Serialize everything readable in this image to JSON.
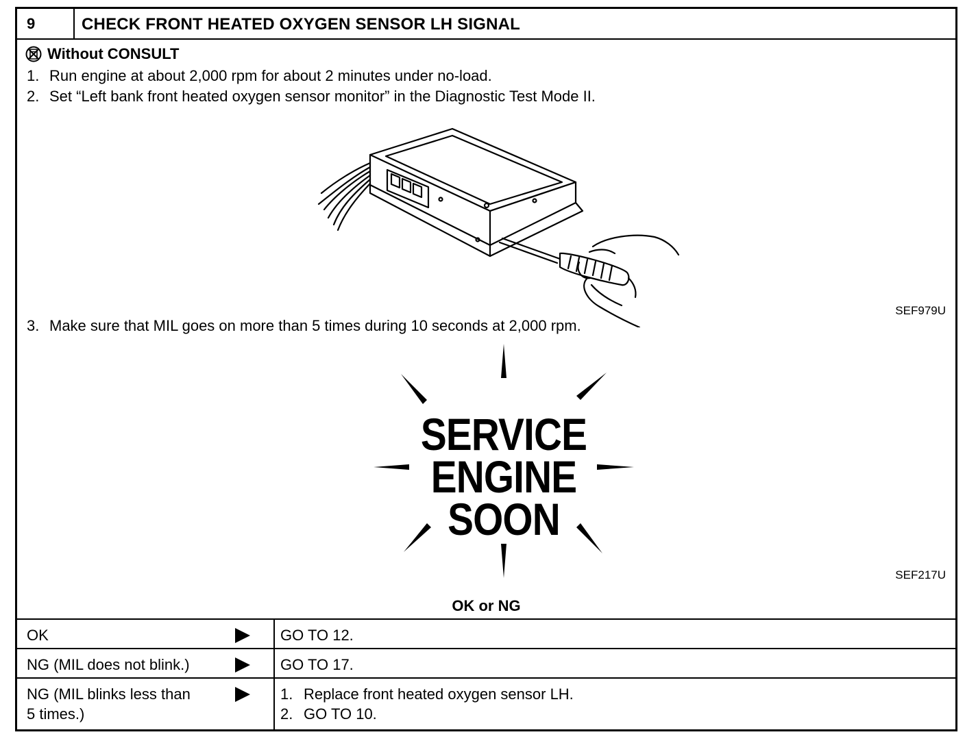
{
  "step": {
    "number": "9",
    "title": "CHECK FRONT HEATED OXYGEN SENSOR LH SIGNAL"
  },
  "method": {
    "icon": "no-consult-icon",
    "label": "Without CONSULT"
  },
  "instructions": [
    {
      "num": "1.",
      "text": "Run engine at about 2,000 rpm for about 2 minutes under no-load."
    },
    {
      "num": "2.",
      "text": "Set “Left bank front heated oxygen sensor monitor” in the Diagnostic Test Mode II."
    },
    {
      "num": "3.",
      "text": "Make sure that MIL goes on more than 5 times during 10 seconds at 2,000 rpm."
    }
  ],
  "figures": {
    "ecm": {
      "code": "SEF979U"
    },
    "mil": {
      "code": "SEF217U",
      "lines": [
        "SERVICE",
        "ENGINE",
        "SOON"
      ]
    }
  },
  "question": "OK or NG",
  "results": [
    {
      "condition": "OK",
      "action": [
        "GO TO 12."
      ]
    },
    {
      "condition": "NG (MIL does not blink.)",
      "action": [
        "GO TO 17."
      ]
    },
    {
      "condition_lines": [
        "NG (MIL blinks less than",
        "5 times.)"
      ],
      "action_numbered": [
        {
          "num": "1.",
          "text": "Replace front heated oxygen sensor LH."
        },
        {
          "num": "2.",
          "text": "GO TO 10."
        }
      ]
    }
  ]
}
